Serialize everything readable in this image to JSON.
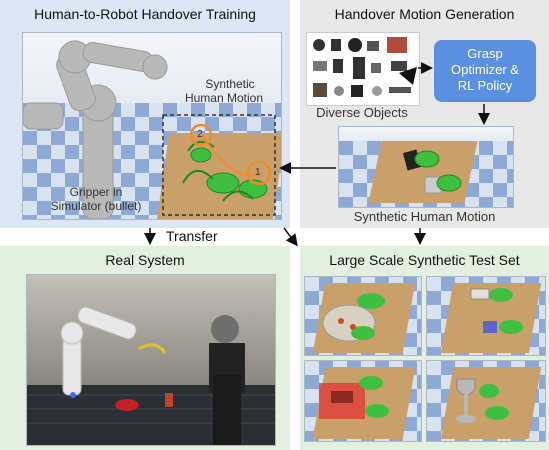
{
  "panels": {
    "training": {
      "title": "Human-to-Robot Handover Training",
      "synthetic_label_line1": "Synthetic",
      "synthetic_label_line2": "Human Motion",
      "gripper_label_line1": "Gripper in",
      "gripper_label_line2": "Simulator (bullet)",
      "marker_1": "1",
      "marker_2": "2"
    },
    "motion": {
      "title": "Handover Motion Generation",
      "objects_caption": "Diverse Objects",
      "optimizer_line1": "Grasp",
      "optimizer_line2": "Optimizer &",
      "optimizer_line3": "RL Policy",
      "motion_caption": "Synthetic Human Motion"
    },
    "real": {
      "title": "Real System"
    },
    "testset": {
      "title": "Large Scale Synthetic Test Set"
    }
  },
  "arrows": {
    "transfer_label": "Transfer"
  },
  "colors": {
    "training_bg": "#dce6f4",
    "motion_bg": "#e8e8e8",
    "real_bg": "#e4f0df",
    "testset_bg": "#e4f0df",
    "optimizer_box": "#5b8fe0",
    "hand_green": "#3fbf3f",
    "marker_orange": "#f08a2c"
  }
}
